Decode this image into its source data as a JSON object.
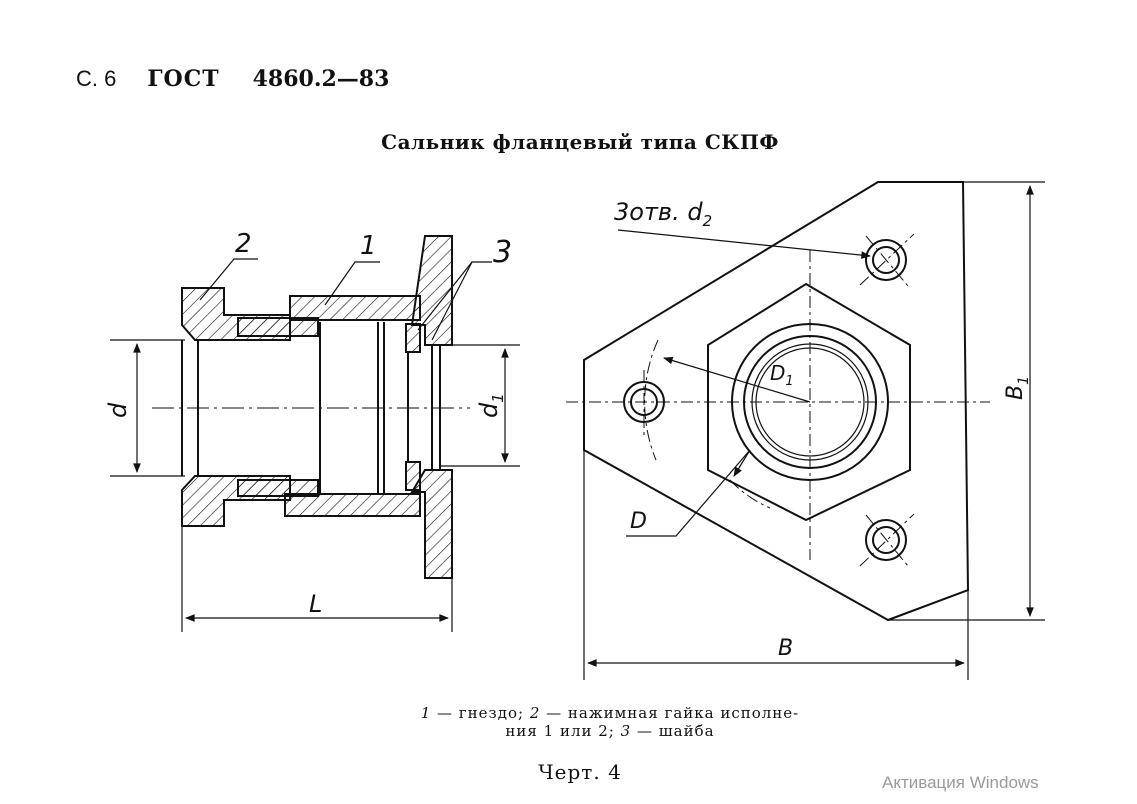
{
  "header": {
    "page": "С. 6",
    "standard": "ГОСТ",
    "number": "4860.2—83"
  },
  "title": "Сальник фланцевый типа СКПФ",
  "callouts": {
    "item1": "1",
    "item2": "2",
    "item3": "3"
  },
  "dimensions": {
    "d": "d",
    "d1_main": "d",
    "d1_sub": "1",
    "L": "L",
    "holes_main": "3отв. d",
    "holes_sub": "2",
    "D1_main": "D",
    "D1_sub": "1",
    "D": "D",
    "B": "B",
    "B1_main": "B",
    "B1_sub": "1"
  },
  "caption": {
    "n1": "1",
    "t1": " — гнездо; ",
    "n2": "2",
    "t2": " — нажимная гайка исполне-",
    "line2a": "ния 1 или 2; ",
    "n3": "3",
    "t3": " — шайба"
  },
  "figure_label": "Черт. 4",
  "watermark": "Активация Windows"
}
